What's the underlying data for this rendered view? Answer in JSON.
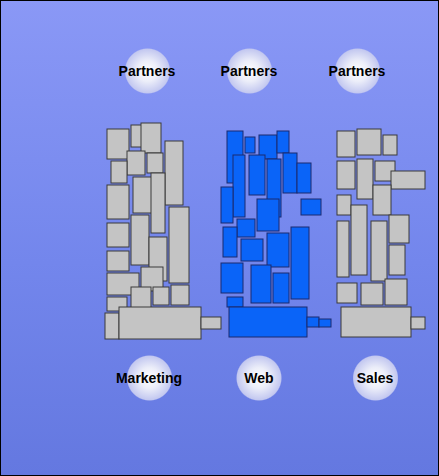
{
  "diagram": {
    "nodes": [
      {
        "text": [
          "Partners"
        ]
      },
      {
        "text": [
          "Partners"
        ]
      },
      {
        "text": [
          "Partners"
        ]
      },
      {
        "text": [
          "Marketing"
        ]
      },
      {
        "text": [
          "Web"
        ]
      },
      {
        "text": [
          "Sales"
        ]
      }
    ]
  }
}
